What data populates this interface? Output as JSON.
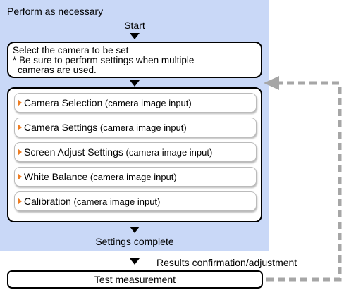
{
  "panel": {
    "title": "Perform as necessary",
    "start_label": "Start"
  },
  "select_box": {
    "line1": "Select the camera to be set",
    "line2": "* Be sure to perform settings when multiple",
    "line3": "cameras are used."
  },
  "items": [
    {
      "bold": "Camera Selection",
      "rest": " (camera image input)"
    },
    {
      "bold": "Camera Settings",
      "rest": " (camera image input)"
    },
    {
      "bold": "Screen Adjust Settings",
      "rest": " (camera image input)"
    },
    {
      "bold": "White Balance",
      "rest": " (camera image input)"
    },
    {
      "bold": "Calibration",
      "rest": " (camera image input)"
    }
  ],
  "settings_complete": "Settings complete",
  "results_label": "Results confirmation/adjustment",
  "test_measurement": "Test measurement",
  "colors": {
    "panel": "#c9d8f7",
    "item_marker": "#ee7d22",
    "loop_line": "#a6a6a6"
  }
}
